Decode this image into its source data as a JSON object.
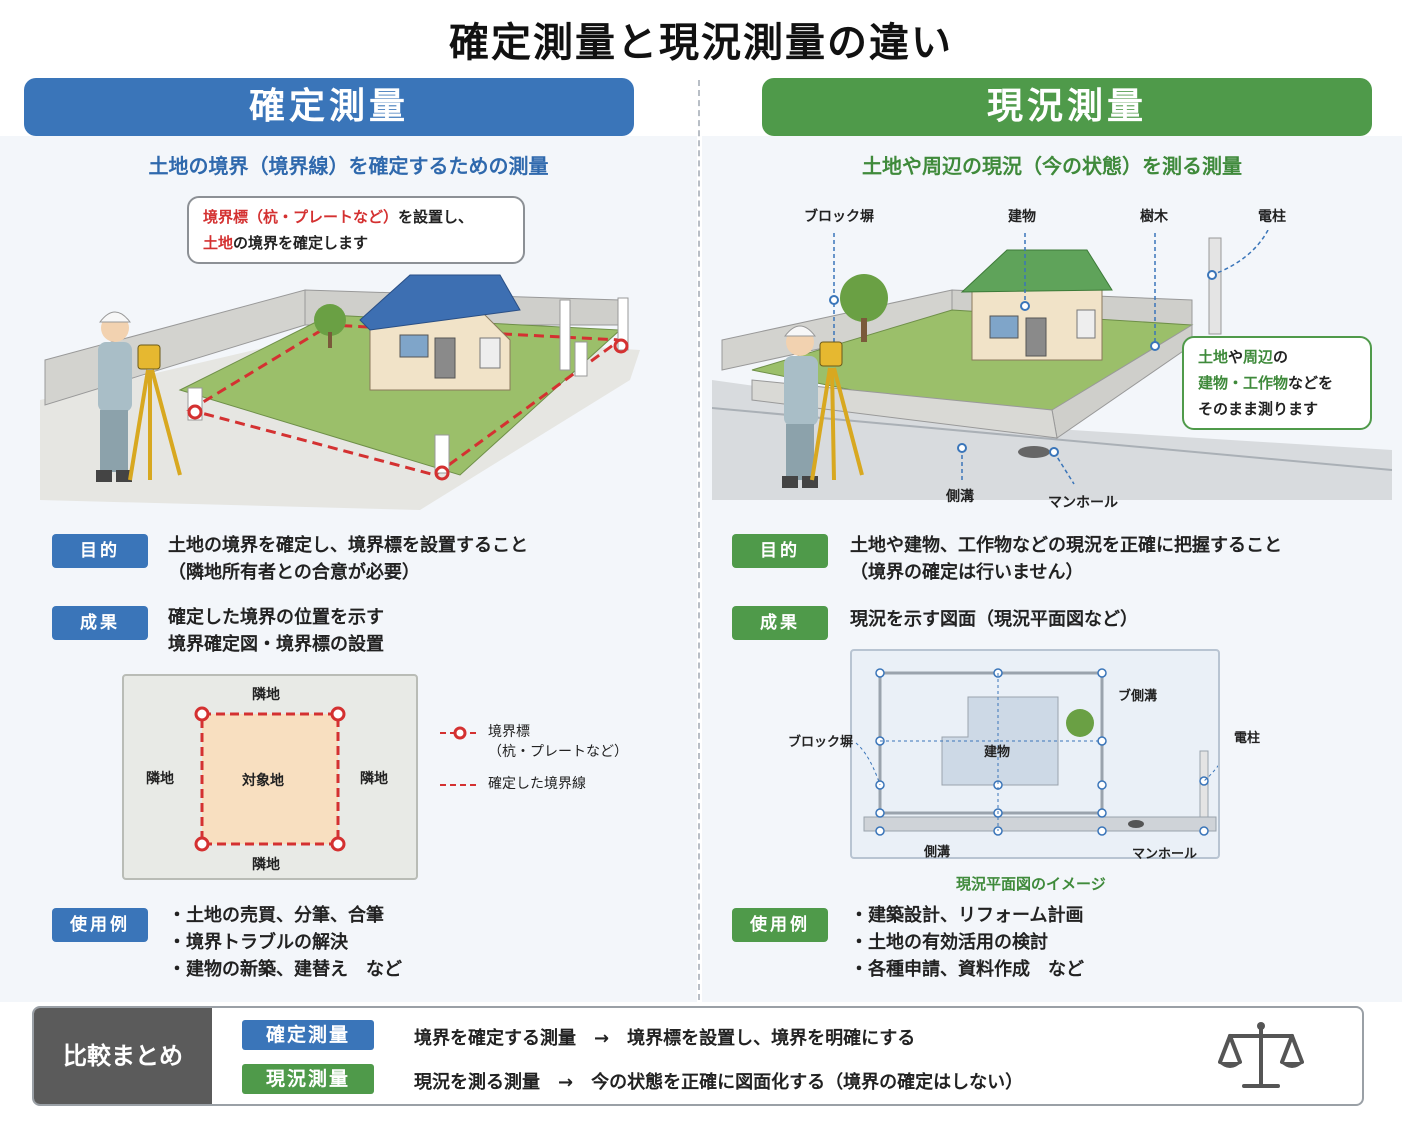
{
  "title": "確定測量と現況測量の違い",
  "left": {
    "header": "確定測量",
    "subtitle": "土地の境界（境界線）を確定するための測量",
    "callout": {
      "line1_red": "境界標（杭・プレートなど）",
      "line1_rest": "を設置し、",
      "line2_red": "土地",
      "line2_rest": "の境界を確定します"
    },
    "purpose": {
      "badge": "目的",
      "line1": "土地の境界を確定し、境界標を設置すること",
      "line2": "（隣地所有者との合意が必要）"
    },
    "result": {
      "badge": "成果",
      "line1": "確定した境界の位置を示す",
      "line2": "境界確定図・境界標の設置"
    },
    "map": {
      "top": "隣地",
      "bottom": "隣地",
      "left": "隣地",
      "right": "隣地",
      "center": "対象地"
    },
    "legend": {
      "marker_line1": "境界標",
      "marker_line2": "（杭・プレートなど）",
      "line": "確定した境界線"
    },
    "examples": {
      "badge": "使用例",
      "items": [
        "・土地の売買、分筆、合筆",
        "・境界トラブルの解決",
        "・建物の新築、建替え　など"
      ]
    },
    "colors": {
      "accent": "#3a75b9",
      "boundary": "#d43131"
    }
  },
  "right": {
    "header": "現況測量",
    "subtitle": "土地や周辺の現況（今の状態）を測る測量",
    "scene_labels": {
      "block_wall": "ブロック塀",
      "building": "建物",
      "tree": "樹木",
      "pole": "電柱",
      "gutter": "側溝",
      "manhole": "マンホール"
    },
    "callout": {
      "l1a": "土地",
      "l1b": "や",
      "l1c": "周辺",
      "l1d": "の",
      "l2a": "建物・工作物",
      "l2b": "などを",
      "l3": "そのまま測ります"
    },
    "purpose": {
      "badge": "目的",
      "line1": "土地や建物、工作物などの現況を正確に把握すること",
      "line2": "（境界の確定は行いません）"
    },
    "result": {
      "badge": "成果",
      "line1": "現況を示す図面（現況平面図など）"
    },
    "plan_labels": {
      "block_wall": "ブロック塀",
      "gutter_top": "ブ側溝",
      "building": "建物",
      "pole": "電柱",
      "gutter": "側溝",
      "manhole": "マンホール",
      "caption": "現況平面図のイメージ"
    },
    "examples": {
      "badge": "使用例",
      "items": [
        "・建築設計、リフォーム計画",
        "・土地の有効活用の検討",
        "・各種申請、資料作成　など"
      ]
    },
    "colors": {
      "accent": "#4f9a4a"
    }
  },
  "summary": {
    "heading": "比較まとめ",
    "row1_badge": "確定測量",
    "row1_text": "境界を確定する測量　→　境界標を設置し、境界を明確にする",
    "row2_badge": "現況測量",
    "row2_text": "現況を測る測量　→　今の状態を正確に図面化する（境界の確定はしない）",
    "icon": "scale-icon"
  }
}
